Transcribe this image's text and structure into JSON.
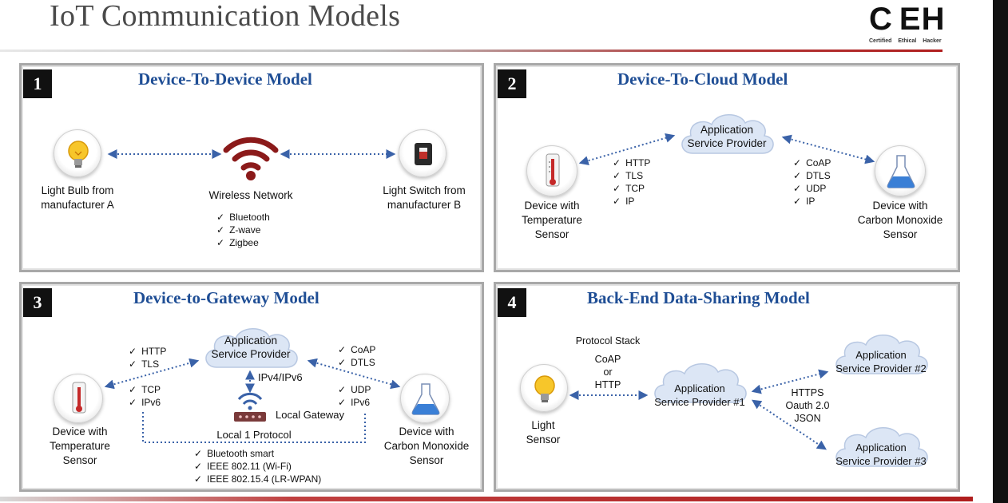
{
  "page": {
    "title": "IoT Communication Models"
  },
  "logo": {
    "main_left": "C",
    "main_right": "EH",
    "sub1": "Certified",
    "sub2": "Ethical",
    "sub3": "Hacker"
  },
  "panels": [
    {
      "number": "1",
      "title": "Device-To-Device Model",
      "left_device": "Light Bulb from\nmanufacturer A",
      "center": "Wireless Network",
      "right_device": "Light Switch from\nmanufacturer B",
      "protocols": [
        "Bluetooth",
        "Z-wave",
        "Zigbee"
      ],
      "icons": {
        "left": "light-bulb",
        "center": "wifi",
        "right": "light-switch"
      }
    },
    {
      "number": "2",
      "title": "Device-To-Cloud Model",
      "cloud": "Application\nService Provider",
      "left_device": "Device with\nTemperature\nSensor",
      "right_device": "Device with\nCarbon Monoxide\nSensor",
      "left_protocols": [
        "HTTP",
        "TLS",
        "TCP",
        "IP"
      ],
      "right_protocols": [
        "CoAP",
        "DTLS",
        "UDP",
        "IP"
      ],
      "icons": {
        "left": "thermometer",
        "right": "flask"
      }
    },
    {
      "number": "3",
      "title": "Device-to-Gateway Model",
      "cloud": "Application\nService Provider",
      "left_device": "Device with\nTemperature\nSensor",
      "right_device": "Device with\nCarbon Monoxide\nSensor",
      "upper_left_protocols": [
        "HTTP",
        "TLS"
      ],
      "lower_left_protocols": [
        "TCP",
        "IPv6"
      ],
      "upper_right_protocols": [
        "CoAP",
        "DTLS"
      ],
      "lower_right_protocols": [
        "UDP",
        "IPv6"
      ],
      "center_protocol": "IPv4/IPv6",
      "gateway": "Local Gateway",
      "local_protocol": "Local 1 Protocol",
      "local_protocols": [
        "Bluetooth smart",
        "IEEE 802.11 (Wi-Fi)",
        "IEEE 802.15.4 (LR-WPAN)"
      ],
      "icons": {
        "left": "thermometer",
        "right": "flask",
        "gateway": "router"
      }
    },
    {
      "number": "4",
      "title": "Back-End Data-Sharing Model",
      "protocol_stack_label": "Protocol Stack",
      "left_protocols": "CoAP\nor\nHTTP",
      "sensor": "Light\nSensor",
      "asp1": "Application\nService Provider #1",
      "asp2": "Application\nService Provider #2",
      "asp3": "Application\nService Provider #3",
      "right_protocols": "HTTPS\nOauth 2.0\nJSON",
      "icons": {
        "left": "light-bulb"
      }
    }
  ],
  "colors": {
    "title_blue": "#1f4e95",
    "arrow_blue": "#3a62a8",
    "wifi_red": "#8b1a1a"
  }
}
